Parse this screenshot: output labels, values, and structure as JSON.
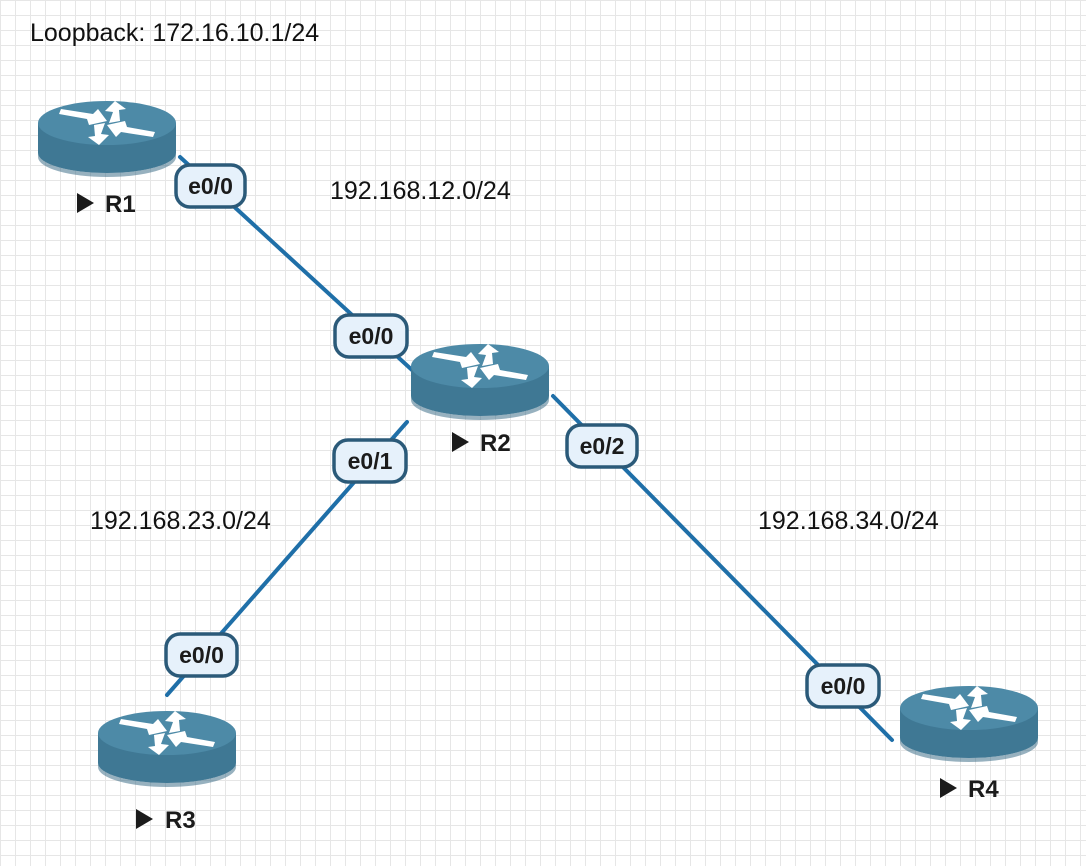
{
  "loopback_label": "Loopback: 172.16.10.1/24",
  "networks": {
    "r1_r2": "192.168.12.0/24",
    "r2_r3": "192.168.23.0/24",
    "r2_r4": "192.168.34.0/24"
  },
  "routers": {
    "r1": {
      "name": "R1",
      "icon": "router-icon"
    },
    "r2": {
      "name": "R2",
      "icon": "router-icon"
    },
    "r3": {
      "name": "R3",
      "icon": "router-icon"
    },
    "r4": {
      "name": "R4",
      "icon": "router-icon"
    }
  },
  "interfaces": {
    "r1_e0_0": "e0/0",
    "r2_e0_0": "e0/0",
    "r2_e0_1": "e0/1",
    "r2_e0_2": "e0/2",
    "r3_e0_0": "e0/0",
    "r4_e0_0": "e0/0"
  },
  "colors": {
    "link": "#1f6fa8",
    "router": "#3f7894",
    "interface_fill": "#e6f1fb",
    "interface_border": "#2b5a79"
  }
}
